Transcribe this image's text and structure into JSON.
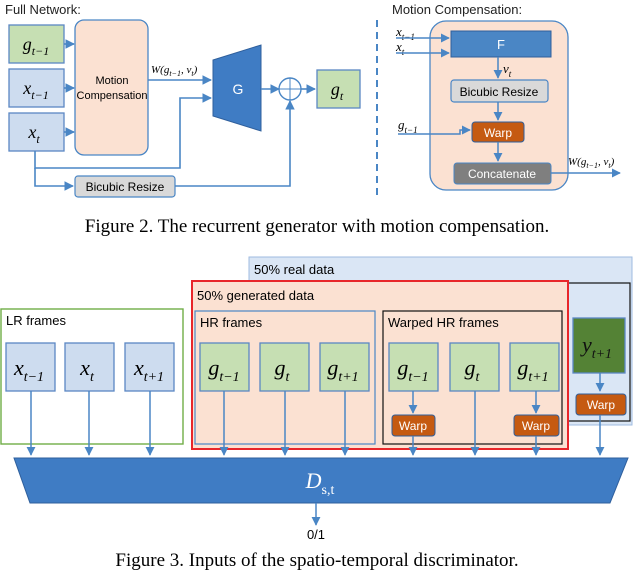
{
  "fig2": {
    "left_title": "Full Network:",
    "right_title": "Motion Compensation:",
    "inputs": {
      "g_prev": {
        "base": "g",
        "sub": "t−1"
      },
      "x_prev": {
        "base": "x",
        "sub": "t−1"
      },
      "x_t": {
        "base": "x",
        "sub": "t"
      }
    },
    "mc_block": {
      "line1": "Motion",
      "line2": "Compensation"
    },
    "warp_output": {
      "prefix": "W(g",
      "sub": "t−1",
      "suffix": ", v",
      "sub2": "t",
      "close": ")"
    },
    "generator_label": "G",
    "output": {
      "base": "g",
      "sub": "t"
    },
    "bicubic_label": "Bicubic Resize",
    "right": {
      "in_x_prev": {
        "base": "x",
        "sub": "t−1"
      },
      "in_x_t": {
        "base": "x",
        "sub": "t"
      },
      "f_label": "F",
      "flow": {
        "base": "v",
        "sub": "t"
      },
      "bicubic_label": "Bicubic Resize",
      "in_g_prev": {
        "base": "g",
        "sub": "t−1"
      },
      "warp_label": "Warp",
      "concat_label": "Concatenate",
      "out": {
        "prefix": "W(g",
        "sub": "t−1",
        "suffix": ", v",
        "sub2": "t",
        "close": ")"
      }
    },
    "caption": "Figure 2. The recurrent generator with motion compensation."
  },
  "fig3": {
    "real_label": "50% real data",
    "generated_label": "50% generated data",
    "lr_label": "LR frames",
    "hr_label": "HR frames",
    "warped_label": "Warped HR frames",
    "lr": [
      {
        "base": "x",
        "sub": "t−1"
      },
      {
        "base": "x",
        "sub": "t"
      },
      {
        "base": "x",
        "sub": "t+1"
      }
    ],
    "hr": [
      {
        "base": "g",
        "sub": "t−1"
      },
      {
        "base": "g",
        "sub": "t"
      },
      {
        "base": "g",
        "sub": "t+1"
      }
    ],
    "warped": [
      {
        "base": "g",
        "sub": "t−1"
      },
      {
        "base": "g",
        "sub": "t"
      },
      {
        "base": "g",
        "sub": "t+1"
      }
    ],
    "real": {
      "base": "y",
      "sub": "t+1"
    },
    "warp_label": "Warp",
    "disc": {
      "base": "D",
      "sub": "s,t"
    },
    "output_label": "0/1",
    "caption": "Figure 3. Inputs of the spatio-temporal discriminator."
  },
  "colors": {
    "arrow_blue": "#4a86c5",
    "input_green_fill": "#c6dfb3",
    "input_blue_fill": "#cddcef",
    "mc_fill": "#fbe1d2",
    "generator_fill": "#3f7cc4",
    "f_fill": "#4a86c5",
    "warp_fill": "#c55a11",
    "concat_fill": "#7f7f7f",
    "real_region_fill": "#dae6f5",
    "generated_border": "#e8262a",
    "green_border": "#70ad47",
    "real_green_fill": "#548235",
    "disc_fill": "#3f7cc4"
  }
}
